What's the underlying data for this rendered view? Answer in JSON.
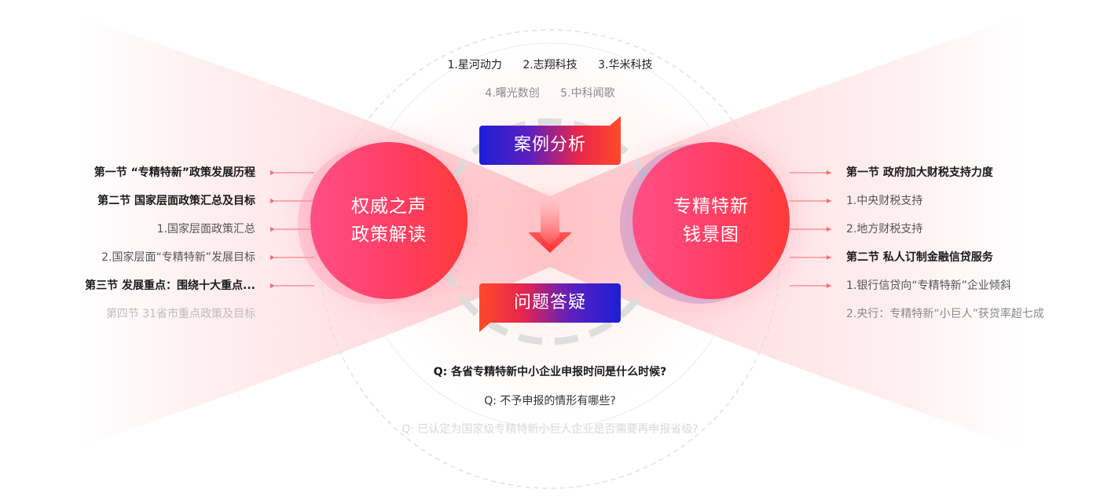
{
  "case_analysis": {
    "title": "案例分析",
    "cases": [
      {
        "label": "1.星河动力"
      },
      {
        "label": "2.志翔科技"
      },
      {
        "label": "3.华米科技"
      },
      {
        "label": "4.曙光数创"
      },
      {
        "label": "5.中科闻歌"
      }
    ]
  },
  "left_circle": {
    "line1": "权威之声",
    "line2": "政策解读"
  },
  "right_circle": {
    "line1": "专精特新",
    "line2": "钱景图"
  },
  "left_items": [
    {
      "label": "第一节 “专精特新”政策发展历程",
      "style": "bold"
    },
    {
      "label": "第二节 国家层面政策汇总及目标",
      "style": "bold"
    },
    {
      "label": "1.国家层面政策汇总",
      "style": "norm"
    },
    {
      "label": "2.国家层面“专精特新”发展目标",
      "style": "norm"
    },
    {
      "label": "第三节 发展重点：围绕十大重点...",
      "style": "bold"
    },
    {
      "label": "第四节 31省市重点政策及目标",
      "style": "dim2"
    }
  ],
  "right_items": [
    {
      "label": "第一节 政府加大财税支持力度",
      "style": "bold"
    },
    {
      "label": "1.中央财税支持",
      "style": "norm"
    },
    {
      "label": "2.地方财税支持",
      "style": "norm"
    },
    {
      "label": "第二节 私人订制金融信贷服务",
      "style": "bold"
    },
    {
      "label": "1.银行信贷向“专精特新”企业倾斜",
      "style": "norm"
    },
    {
      "label": "2.央行：专精特新“小巨人”获贷率超七成",
      "style": "dim1"
    }
  ],
  "qa": {
    "title": "问题答疑",
    "questions": [
      {
        "label": "Q: 各省专精特新中小企业申报时间是什么时候?"
      },
      {
        "label": "Q: 不予申报的情形有哪些?"
      },
      {
        "label": "Q: 已认定为国家级专精特新小巨人企业是否需要再申报省级?"
      }
    ]
  }
}
